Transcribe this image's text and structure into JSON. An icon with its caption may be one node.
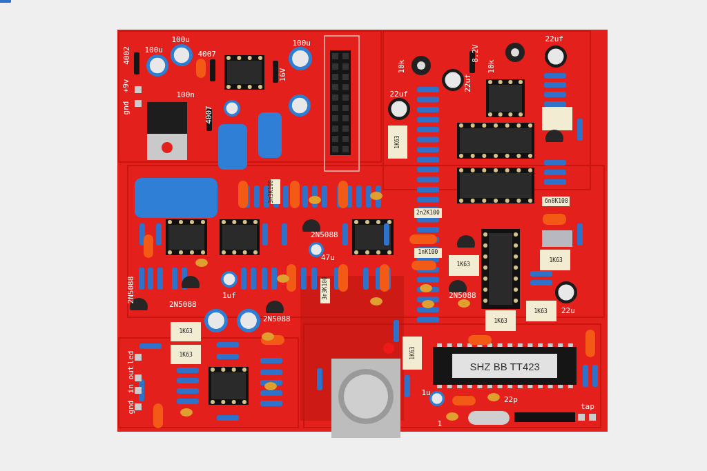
{
  "diagram": {
    "labels": [
      "100u",
      "22uf",
      "100u",
      "4007",
      "100u",
      "4002",
      "10k",
      "8.2V",
      "10k",
      "+9v",
      "16V",
      "22uf",
      "100n",
      "gnd",
      "22uf",
      "4007",
      "1K63",
      "3n3K100",
      "6n8K100",
      "2n2K100",
      "2N5088",
      "1nK100",
      "1K63",
      "47u",
      "1K63",
      "2N5088",
      "1uf",
      "3n3K100",
      "2N5088",
      "2N5088",
      "1K63",
      "22u",
      "2N5088",
      "1K63",
      "1K63",
      "1K63",
      "led",
      "1K63",
      "SHZ BB TT423",
      "in out",
      "gnd",
      "1u",
      "22p",
      "tap",
      "1"
    ]
  }
}
